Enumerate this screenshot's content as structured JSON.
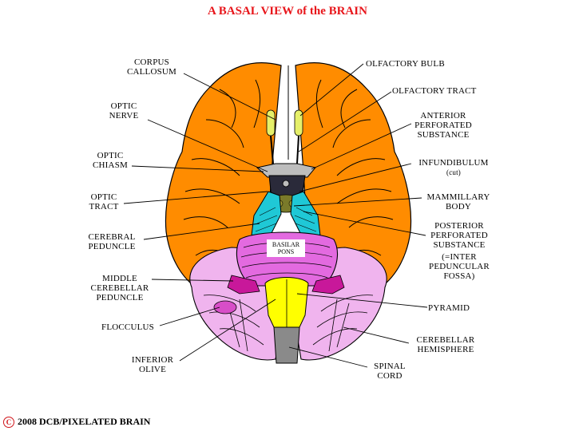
{
  "title": "A BASAL VIEW of the BRAIN",
  "labels": {
    "corpus_callosum": [
      "CORPUS",
      "CALLOSUM"
    ],
    "optic_nerve": [
      "OPTIC",
      "NERVE"
    ],
    "optic_chiasm": [
      "OPTIC",
      "CHIASM"
    ],
    "optic_tract": [
      "OPTIC",
      "TRACT"
    ],
    "cerebral_peduncle": [
      "CEREBRAL",
      "PEDUNCLE"
    ],
    "middle_cerebellar_peduncle": [
      "MIDDLE",
      "CEREBELLAR",
      "PEDUNCLE"
    ],
    "flocculus": "FLOCCULUS",
    "inferior_olive": [
      "INFERIOR",
      "OLIVE"
    ],
    "olfactory_bulb": "OLFACTORY BULB",
    "olfactory_tract": "OLFACTORY TRACT",
    "anterior_perforated_substance": [
      "ANTERIOR",
      "PERFORATED",
      "SUBSTANCE"
    ],
    "infundibulum": "INFUNDIBULUM",
    "infundibulum_note": "(cut)",
    "mammillary_body": [
      "MAMMILLARY",
      "BODY"
    ],
    "posterior_perforated_substance": [
      "POSTERIOR",
      "PERFORATED",
      "SUBSTANCE"
    ],
    "posterior_note": [
      "(=INTER",
      "PEDUNCULAR",
      "FOSSA)"
    ],
    "pyramid": "PYRAMID",
    "cerebellar_hemisphere": [
      "CEREBELLAR",
      "HEMISPHERE"
    ],
    "spinal_cord": [
      "SPINAL",
      "CORD"
    ],
    "basilar_pons": [
      "BASILAR",
      "PONS"
    ]
  },
  "footer": {
    "symbol": "C",
    "text": "2008  DCB/PIXELATED BRAIN"
  },
  "colors": {
    "title": "#e8161b",
    "cerebrum": "#ff8c00",
    "cerebellum": "#f0b4ee",
    "pons": "#e36ae0",
    "medulla": "#ffff00",
    "olfactory": "#e6f06a",
    "peduncle": "#1fc8d6",
    "spinal_cord": "#8a8a8a",
    "outline": "#000000"
  }
}
